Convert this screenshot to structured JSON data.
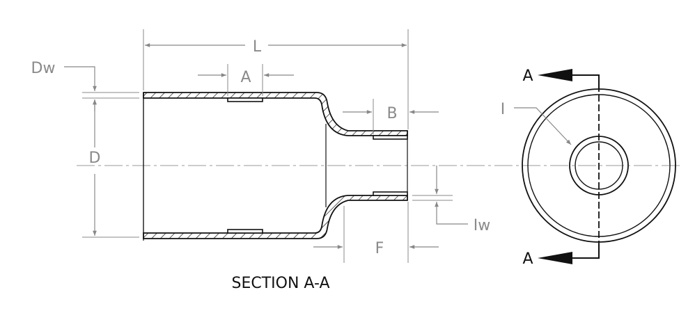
{
  "drawing": {
    "section_title": "SECTION A-A",
    "section_marker": "A",
    "labels": {
      "L": "L",
      "A": "A",
      "B": "B",
      "D": "D",
      "Dw": "Dw",
      "F": "F",
      "I": "I",
      "Iw": "Iw"
    }
  }
}
